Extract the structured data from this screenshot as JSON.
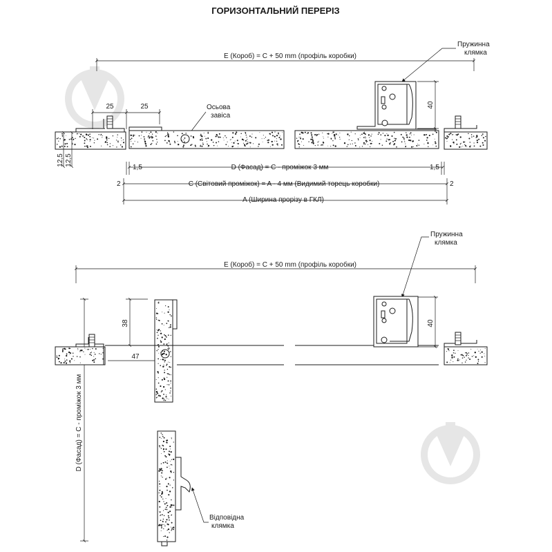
{
  "title": "ГОРИЗОНТАЛЬНИЙ ПЕРЕРІЗ",
  "top_section": {
    "box_dimension": "E (Короб) = C + 50 mm (профіль коробки)",
    "spring_latch_line1": "Пружинна",
    "spring_latch_line2": "клямка",
    "axial_hinge_line1": "Осьова",
    "axial_hinge_line2": "завіса",
    "dim_25_left": "25",
    "dim_25_right": "25",
    "dim_40": "40",
    "dim_12_5_a": "12,5",
    "dim_12_5_b": "12,5",
    "dim_1_5_left": "1,5",
    "dim_1_5_right": "1,5",
    "facade_dimension": "D (Фасад) = C - проміжок 3 мм",
    "dim_2_left": "2",
    "dim_2_right": "2",
    "clear_opening_dimension": "C (Світовий проміжок) = A - 4 мм (Видимий торець коробки)",
    "opening_width_dimension": "A (Ширина прорізу в ГКЛ)"
  },
  "bottom_section": {
    "box_dimension": "E (Короб) = C + 50 mm (профіль коробки)",
    "spring_latch_line1": "Пружинна",
    "spring_latch_line2": "клямка",
    "dim_38": "38",
    "dim_47": "47",
    "dim_40": "40",
    "facade_vertical_dimension": "D (Фасад) = C - проміжок 3 мм",
    "strike_latch_line1": "Відповідна",
    "strike_latch_line2": "клямка"
  },
  "icons": [
    "watermark-triangle-icon",
    "watermark-triangle-icon"
  ]
}
